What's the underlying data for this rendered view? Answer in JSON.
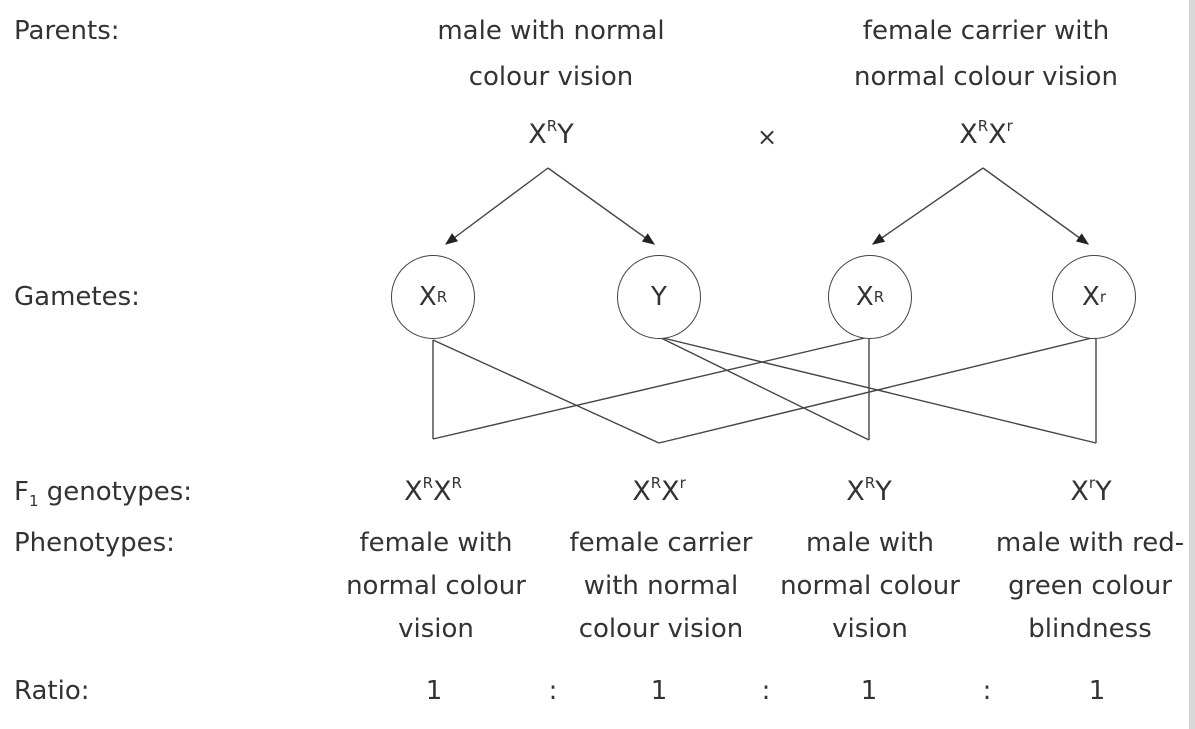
{
  "labels": {
    "parents": "Parents:",
    "gametes": "Gametes:",
    "f1": "F",
    "f1_sub": "1",
    "f1_rest": " genotypes:",
    "phenotypes": "Phenotypes:",
    "ratio": "Ratio:"
  },
  "parents": {
    "male_desc": [
      "male with normal",
      "colour vision"
    ],
    "female_desc": [
      "female carrier with",
      "normal colour vision"
    ],
    "male_genotype": {
      "a": "X",
      "a_sup": "R",
      "b": "Y",
      "b_sup": ""
    },
    "female_genotype": {
      "a": "X",
      "a_sup": "R",
      "b": "X",
      "b_sup": "r"
    },
    "cross": "×"
  },
  "gametes": [
    {
      "base": "X",
      "sup": "R"
    },
    {
      "base": "Y",
      "sup": ""
    },
    {
      "base": "X",
      "sup": "R"
    },
    {
      "base": "X",
      "sup": "r"
    }
  ],
  "offspring": [
    {
      "genotype": {
        "a": "X",
        "a_sup": "R",
        "b": "X",
        "b_sup": "R"
      },
      "phenotype": [
        "female with",
        "normal colour",
        "vision"
      ]
    },
    {
      "genotype": {
        "a": "X",
        "a_sup": "R",
        "b": "X",
        "b_sup": "r"
      },
      "phenotype": [
        "female carrier",
        "with normal",
        "colour vision"
      ]
    },
    {
      "genotype": {
        "a": "X",
        "a_sup": "R",
        "b": "Y",
        "b_sup": ""
      },
      "phenotype": [
        "male with",
        "normal colour",
        "vision"
      ]
    },
    {
      "genotype": {
        "a": "X",
        "a_sup": "r",
        "b": "Y",
        "b_sup": ""
      },
      "phenotype": [
        "male with red-",
        "green colour",
        "blindness"
      ]
    }
  ],
  "ratio": {
    "values": [
      "1",
      "1",
      "1",
      "1"
    ],
    "separator": ":"
  }
}
